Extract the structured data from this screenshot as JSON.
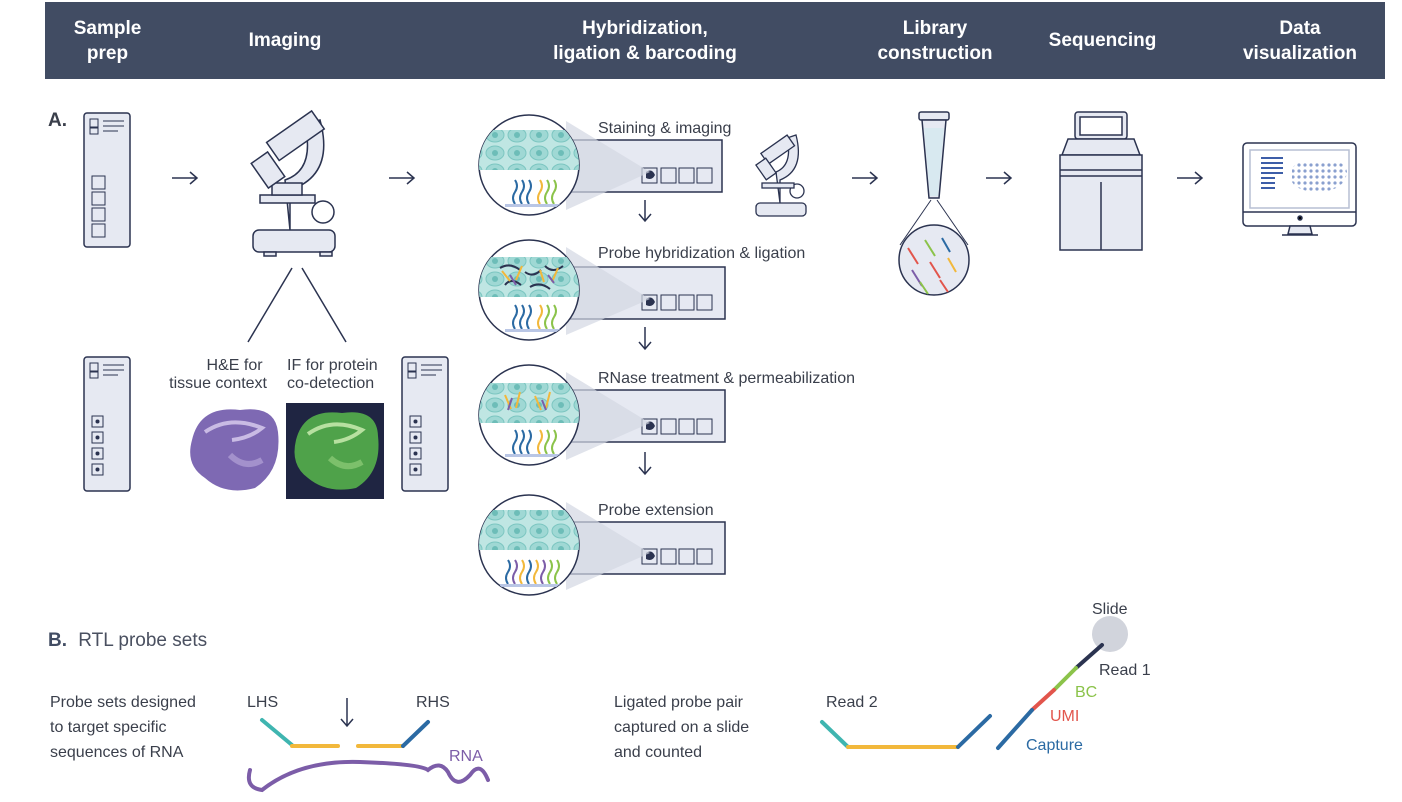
{
  "header": {
    "steps": [
      {
        "label": "Sample\nprep"
      },
      {
        "label": "Imaging"
      },
      {
        "label": "Hybridization,\nligation & barcoding"
      },
      {
        "label": "Library\nconstruction"
      },
      {
        "label": "Sequencing"
      },
      {
        "label": "Data\nvisualization"
      }
    ]
  },
  "section_a": {
    "marker": "A.",
    "stain_he": "H&E for\ntissue context",
    "stain_if": "IF for protein\nco-detection",
    "steps": [
      "Staining & imaging",
      "Probe hybridization & ligation",
      "RNase treatment & permeabilization",
      "Probe extension"
    ]
  },
  "section_b": {
    "marker": "B.",
    "title": "RTL probe sets",
    "description": "Probe sets designed\nto target specific\nsequences of RNA",
    "lhs": "LHS",
    "rhs": "RHS",
    "rna": "RNA",
    "ligated": "Ligated probe pair\ncaptured on a slide\nand counted",
    "read2": "Read 2",
    "slide": "Slide",
    "read1": "Read 1",
    "bc": "BC",
    "umi": "UMI",
    "capture": "Capture"
  },
  "colors": {
    "header": "#414c63",
    "teal": "#3fb5b0",
    "yellow": "#f2b83b",
    "blue": "#2b6aa3",
    "purple": "#7c5da8",
    "green": "#8bc34a",
    "red": "#e2554c",
    "navy": "#2b3350"
  }
}
